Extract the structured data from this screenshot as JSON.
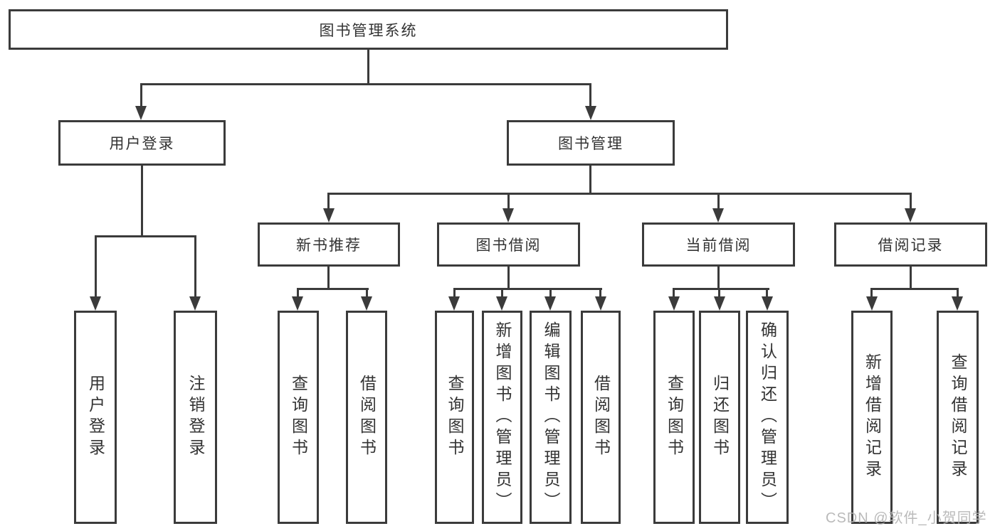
{
  "title": "图书管理系统",
  "nodes": {
    "root": "图书管理系统",
    "level2": {
      "user_login": "用户登录",
      "book_mgmt": "图书管理"
    },
    "level3": {
      "new_book_rec": "新书推荐",
      "book_borrow": "图书借阅",
      "current_borrow": "当前借阅",
      "borrow_record": "借阅记录"
    },
    "leaves": {
      "user_login_leaf": "用户登录",
      "logout": "注销登录",
      "query_book_rec": "查询图书",
      "borrow_book_rec": "借阅图书",
      "query_book_borrow": "查询图书",
      "add_book_admin": "新增图书（管理员）",
      "edit_book_admin": "编辑图书（管理员）",
      "borrow_book_borrow": "借阅图书",
      "query_book_current": "查询图书",
      "return_book": "归还图书",
      "confirm_return_admin": "确认归还（管理员）",
      "add_borrow_record": "新增借阅记录",
      "query_borrow_record": "查询借阅记录"
    }
  },
  "watermark": "CSDN @软件_小贺同学",
  "colors": {
    "line": "#3b3b3b",
    "text": "#333333",
    "watermark": "#b3b3b3",
    "background": "#ffffff"
  }
}
